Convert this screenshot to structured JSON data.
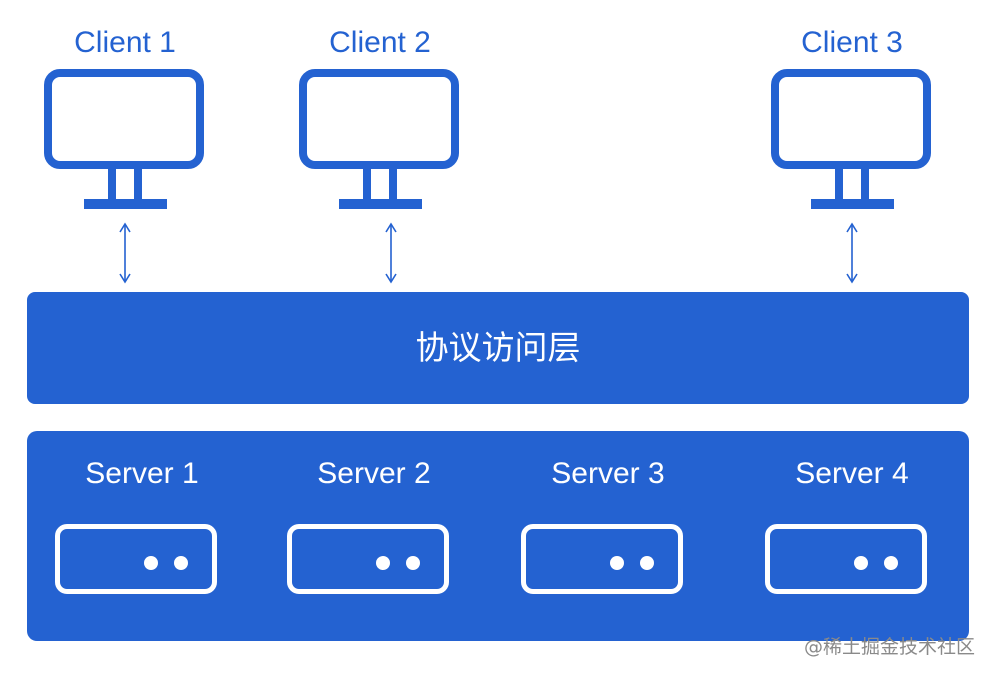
{
  "clients": [
    {
      "label": "Client 1"
    },
    {
      "label": "Client 2"
    },
    {
      "label": "Client 3"
    }
  ],
  "access_layer": {
    "label": "协议访问层"
  },
  "servers": [
    {
      "label": "Server 1"
    },
    {
      "label": "Server 2"
    },
    {
      "label": "Server 3"
    },
    {
      "label": "Server 4"
    }
  ],
  "watermark": "@稀土掘金技术社区",
  "colors": {
    "primary_blue": "#2462d1",
    "white": "#ffffff",
    "watermark_gray": "#8a8a8a"
  },
  "icons": {
    "client": "monitor-icon",
    "connection": "bidirectional-arrow-icon",
    "server": "server-box-icon"
  }
}
